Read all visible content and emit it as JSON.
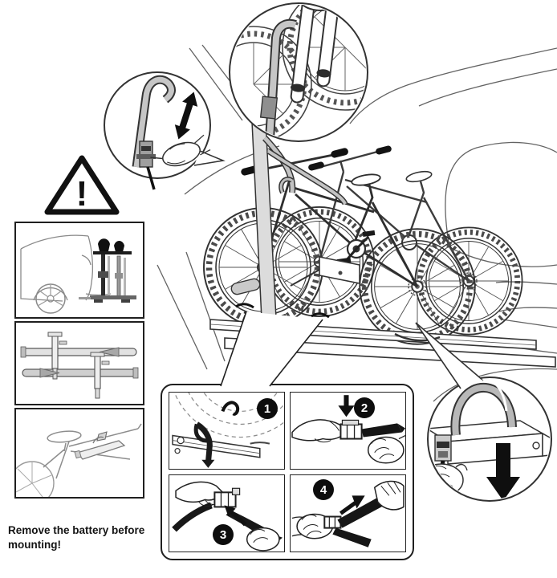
{
  "document": {
    "kind": "bike-carrier mounting instruction diagram",
    "background": "#ffffff"
  },
  "colors": {
    "ink": "#1f1f1f",
    "line": "#3d3d3d",
    "car_line": "#636363",
    "gray_part": "#c3c3c3",
    "strap_black": "#161616",
    "badge_bg": "#0d0d0d",
    "badge_text": "#ffffff"
  },
  "warning": {
    "icon": "warning-triangle-icon",
    "mark": "!"
  },
  "note": {
    "text": "Remove the battery before mounting!"
  },
  "side_panels": [
    {
      "id": "rack-folded-on-car",
      "icon": "car-rear-with-folded-rack-icon"
    },
    {
      "id": "rack-rails-top-view",
      "icon": "rack-rails-clamps-icon"
    },
    {
      "id": "battery-on-bike-frame",
      "icon": "bike-battery-icon"
    }
  ],
  "callouts": [
    {
      "id": "hook-length-adjustment",
      "icon": "double-headed-arrow-icon"
    },
    {
      "id": "frame-hook-on-fork",
      "icon": "hook-on-wheel-icon"
    },
    {
      "id": "strap-around-hitch-beam",
      "icon": "down-arrow-icon"
    }
  ],
  "steps_panel": {
    "pointer": "funnel-pointer-to-rack-straps",
    "steps": [
      {
        "number": "1",
        "icon": "strap-through-wheel-tray-icon"
      },
      {
        "number": "2",
        "icon": "press-buckle-release-icon",
        "arrow": "down-arrow-icon"
      },
      {
        "number": "3",
        "icon": "insert-strap-into-buckle-icon",
        "arrow": "curved-up-left-arrow-icon"
      },
      {
        "number": "4",
        "icon": "pull-strap-tight-icon",
        "arrow": "up-right-arrow-icon"
      }
    ]
  }
}
